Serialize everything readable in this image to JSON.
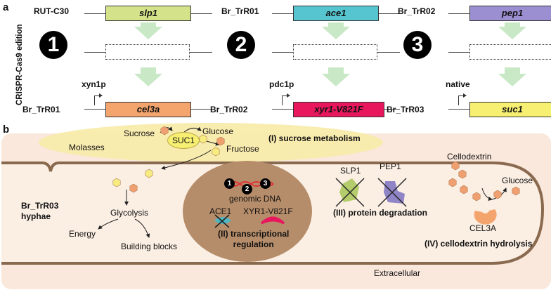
{
  "panel_a": {
    "label": "a",
    "side_label": "CRISPR-Cas9 edition",
    "columns": [
      {
        "step": "1",
        "strain_in": "RUT-C30",
        "target_gene": "slp1",
        "target_color": "#d4e38a",
        "promoter": "xyn1p",
        "strain_out": "Br_TrR01",
        "new_gene": "cel3a",
        "new_color": "#f4a56e"
      },
      {
        "step": "2",
        "strain_in": "Br_TrR01",
        "target_gene": "ace1",
        "target_color": "#56c5d0",
        "promoter": "pdc1p",
        "strain_out": "Br_TrR02",
        "new_gene": "xyr1-V821F",
        "new_color": "#e8175d"
      },
      {
        "step": "3",
        "strain_in": "Br_TrR02",
        "target_gene": "pep1",
        "target_color": "#9b8fd2",
        "promoter": "native",
        "strain_out": "Br_TrR03",
        "new_gene": "suc1",
        "new_color": "#f7ef72"
      }
    ]
  },
  "panel_b": {
    "label": "b",
    "molasses": "Molasses",
    "sucrose": "Sucrose",
    "suc1_enzyme": "SUC1",
    "glucose_top": "Glucose",
    "fructose": "Fructose",
    "sucrose_metabolism": "(I) sucrose metabolism",
    "hyphae": "Br_TrR03\nhyphae",
    "glycolysis": "Glycolysis",
    "energy": "Energy",
    "building_blocks": "Building blocks",
    "genomic_dna": "genomic DNA",
    "ace1": "ACE1",
    "xyr1": "XYR1-V821F",
    "transcriptional": "(II) transcriptional\nregulation",
    "slp1": "SLP1",
    "pep1": "PEP1",
    "protein_degradation": "(III) protein degradation",
    "cellodextrin": "Cellodextrin",
    "glucose_right": "Glucose",
    "cel3a": "CEL3A",
    "cellodextrin_hydrolysis": "(IV) cellodextrin hydrolysis",
    "extracellular": "Extracellular",
    "dna_steps": [
      "1",
      "2",
      "3"
    ]
  },
  "colors": {
    "arrow_green": "#c9e8c6",
    "extracellular_bg": "#fae8dc",
    "cell_bg": "#fbefe4",
    "cell_wall": "#8a6a4f",
    "nucleus": "#b68d6a",
    "molasses_yellow": "#f8ebab",
    "hexagon_orange": "#f0a070",
    "hexagon_yellow": "#f6ec80",
    "slp1_green": "#b5cc6c",
    "pep1_purple": "#8f85c6",
    "ace1_blue": "#4fb7c4",
    "xyr1_red": "#e8175d",
    "cel3a_orange": "#f4a56e"
  }
}
